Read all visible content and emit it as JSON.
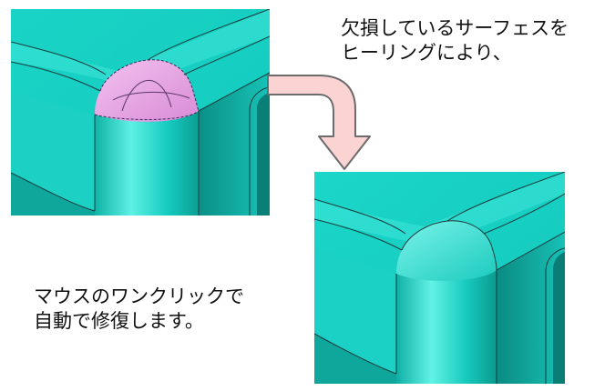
{
  "captions": {
    "top_line1": "欠損しているサーフェスを",
    "top_line2": "ヒーリングにより、",
    "bottom_line1": "マウスのワンクリックで",
    "bottom_line2": "自動で修復します。"
  },
  "colors": {
    "surface_cyan": "#1cd8cc",
    "edge_line": "#1a3a3a",
    "missing_face_pink": "#e9a3e6",
    "arrow_fill": "#fbd3d3",
    "arrow_stroke": "#6b6b6b"
  },
  "figures": {
    "before": "model-with-missing-surface",
    "after": "model-healed-surface"
  }
}
